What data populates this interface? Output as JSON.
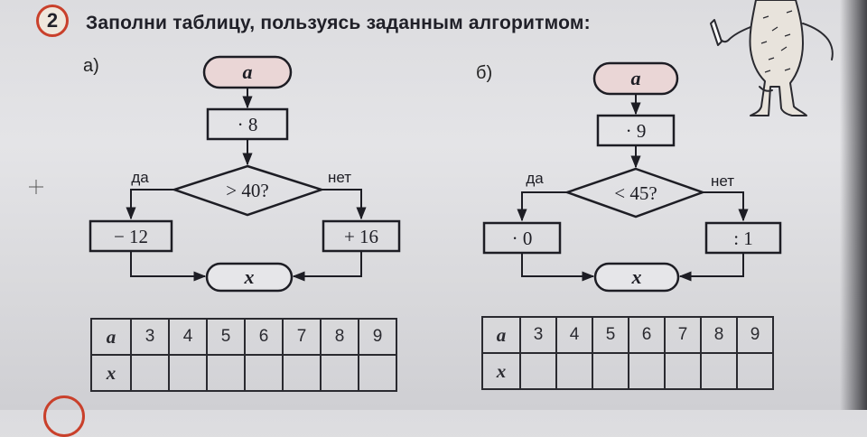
{
  "task": {
    "number": "2",
    "title": "Заполни таблицу, пользуясь заданным алгоритмом:"
  },
  "flowcharts": [
    {
      "part_label": "а)",
      "start": "a",
      "multiply": "· 8",
      "condition": "> 40?",
      "yes_label": "да",
      "no_label": "нет",
      "yes_action": "− 12",
      "no_action": "+ 16",
      "result": "x",
      "table": {
        "row_a_label": "a",
        "row_x_label": "x",
        "a_values": [
          "3",
          "4",
          "5",
          "6",
          "7",
          "8",
          "9"
        ]
      }
    },
    {
      "part_label": "б)",
      "start": "a",
      "multiply": "· 9",
      "condition": "< 45?",
      "yes_label": "да",
      "no_label": "нет",
      "yes_action": "· 0",
      "no_action": ": 1",
      "result": "x",
      "table": {
        "row_a_label": "a",
        "row_x_label": "x",
        "a_values": [
          "3",
          "4",
          "5",
          "6",
          "7",
          "8",
          "9"
        ]
      }
    }
  ],
  "colors": {
    "ink": "#1d1d24",
    "badge_ring": "#c9402b",
    "terminal_fill": "#ead6d6",
    "paper": "#e2e2e5"
  }
}
